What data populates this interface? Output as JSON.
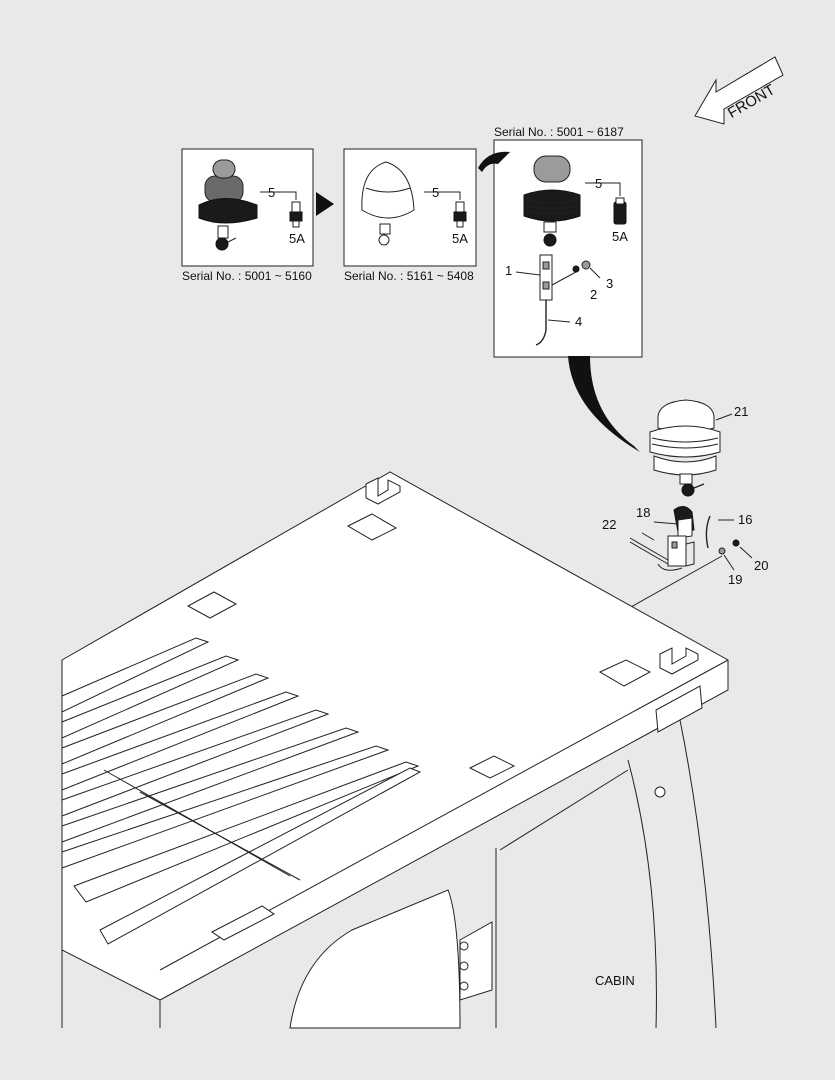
{
  "front_label": "FRONT",
  "cabin_label": "CABIN",
  "serial_1": "Serial No. : 5001 ~ 5160",
  "serial_2": "Serial No. : 5161 ~ 5408",
  "serial_3": "Serial No. : 5001 ~ 6187",
  "parts": {
    "p1": "1",
    "p2": "2",
    "p3": "3",
    "p4": "4",
    "p5": "5",
    "p5a": "5A",
    "p16": "16",
    "p18": "18",
    "p19": "19",
    "p20": "20",
    "p21": "21",
    "p22": "22"
  }
}
